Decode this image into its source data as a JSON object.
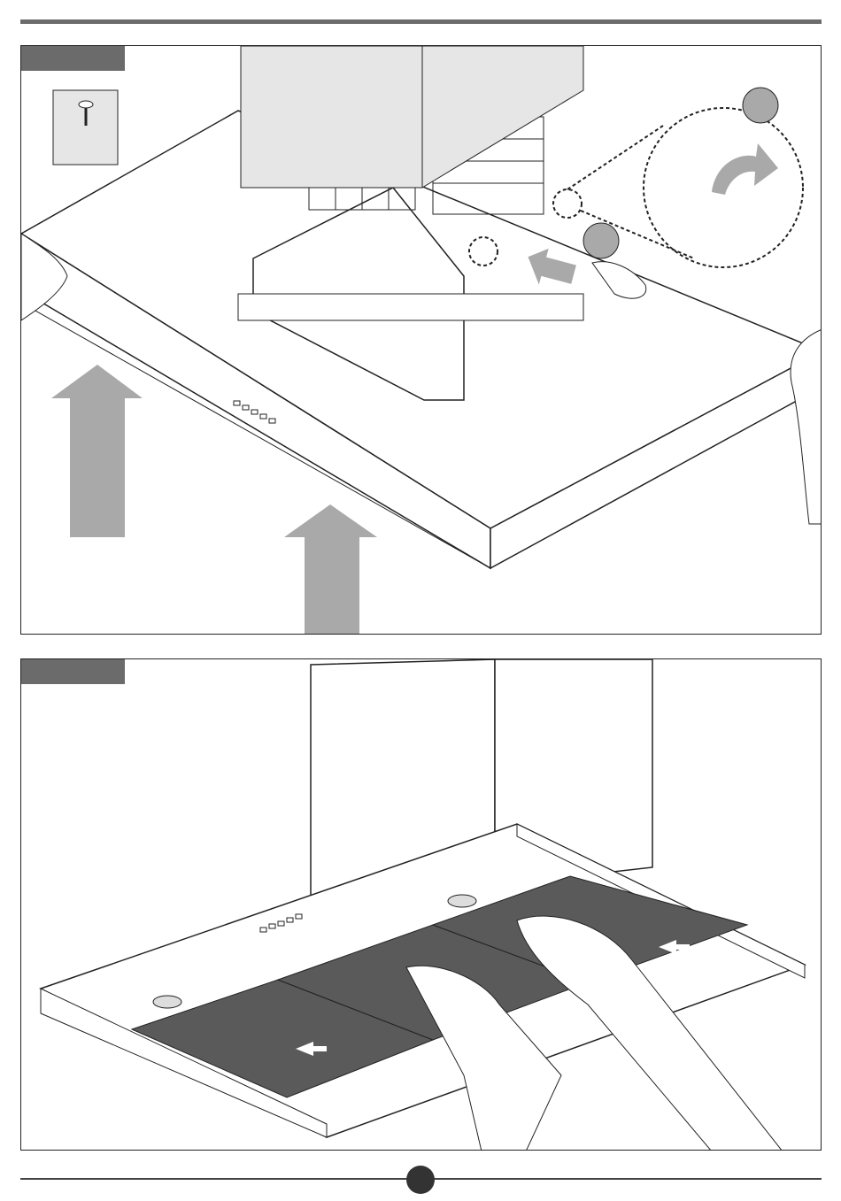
{
  "document": {
    "page_type": "installation-manual-illustration-page",
    "panels": [
      {
        "id": "step-a",
        "step_label": "",
        "shows": [
          "chimney-cover",
          "fan-motor-housing",
          "hood-canopy",
          "screw-icon",
          "securing-screws",
          "callout-detail",
          "rotate-arrow",
          "push-up-arrows",
          "hands"
        ],
        "callout_markers": [
          "",
          ""
        ]
      },
      {
        "id": "step-b",
        "step_label": "",
        "shows": [
          "chimney-cover",
          "hood-canopy",
          "grease-filters",
          "lamps",
          "control-buttons",
          "filter-direction-arrows",
          "hands"
        ]
      }
    ],
    "page_number": "",
    "colors": {
      "rule": "#6b6b6b",
      "arrow_fill": "#a9a9a9",
      "filter_fill": "#5a5a5a",
      "line": "#222222"
    }
  }
}
